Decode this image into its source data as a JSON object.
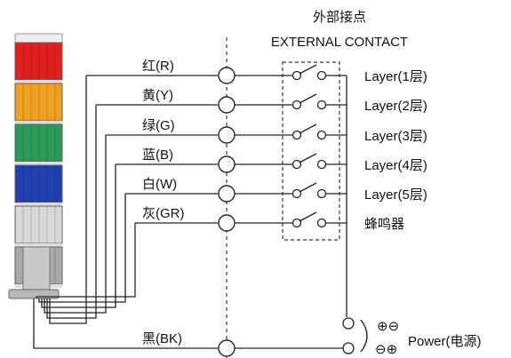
{
  "header": {
    "zh": "外部接点",
    "en": "EXTERNAL CONTACT"
  },
  "wires": [
    {
      "label": "红(R)",
      "color": "#e02020"
    },
    {
      "label": "黄(Y)",
      "color": "#f0a020"
    },
    {
      "label": "绿(G)",
      "color": "#2e9a5a"
    },
    {
      "label": "蓝(B)",
      "color": "#2040b0"
    },
    {
      "label": "白(W)",
      "color": "#d8d8d8"
    },
    {
      "label": "灰(GR)",
      "color": "#a8a8a8"
    }
  ],
  "ground_wire": {
    "label": "黑(BK)"
  },
  "outputs": [
    "Layer(1层)",
    "Layer(2层)",
    "Layer(3层)",
    "Layer(4层)",
    "Layer(5层)",
    "蜂鸣器"
  ],
  "power": {
    "plus_minus": "⊕⊖",
    "minus_plus": "⊖⊕",
    "label": "Power(电源)"
  }
}
